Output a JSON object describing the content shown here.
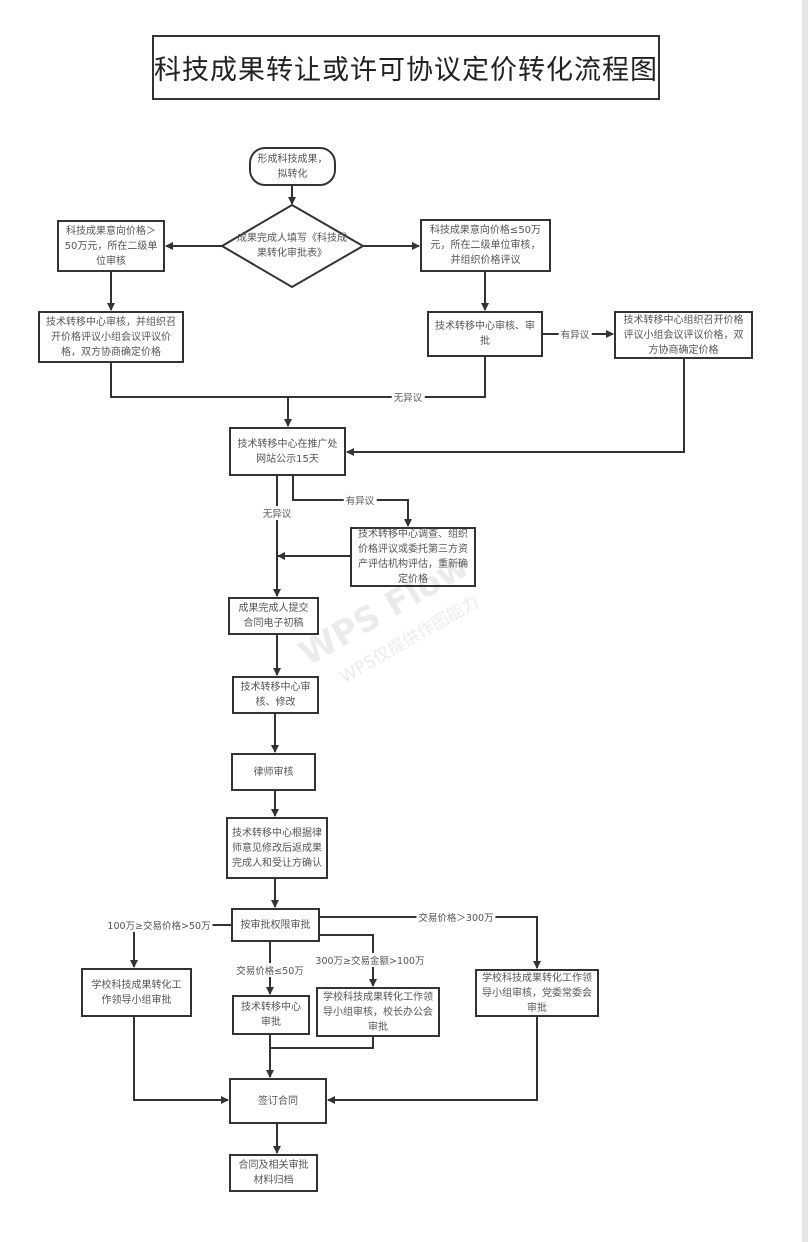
{
  "title": "科技成果转让或许可协议定价转化流程图",
  "nodes": {
    "start": "形成科技成果，拟转化",
    "decision": "成果完成人填写《科技成果转化审批表》",
    "left_over50": "科技成果意向价格＞50万元，所在二级单位审核",
    "right_under50": "科技成果意向价格≤50万元，所在二级单位审核，并组织价格评议",
    "left_center_review": "技术转移中心审核，并组织召开价格评议小组会议评议价格，双方协商确定价格",
    "right_center_review": "技术转移中心审核、审批",
    "right_price_meeting": "技术转移中心组织召开价格评议小组会议评议价格，双方协商确定价格",
    "publicize": "技术转移中心在推广处网站公示15天",
    "investigate": "技术转移中心调查、组织价格评议或委托第三方资产评估机构评估，重新确定价格",
    "submit_draft": "成果完成人提交合同电子初稿",
    "center_revise": "技术转移中心审核、修改",
    "lawyer_review": "律师审核",
    "confirm": "技术转移中心根据律师意见修改后返成果完成人和受让方确认",
    "approve_by_authority": "按审批权限审批",
    "school_group_approve": "学校科技成果转化工作领导小组审批",
    "center_approve": "技术转移中心审批",
    "president_office_approve": "学校科技成果转化工作领导小组审核，校长办公会审批",
    "party_committee_approve": "学校科技成果转化工作领导小组审核，党委常委会审批",
    "sign": "签订合同",
    "archive": "合同及相关审批材料归档"
  },
  "edge_labels": {
    "objection_1": "有异议",
    "no_objection_1": "无异议",
    "objection_2": "有异议",
    "no_objection_2": "无异议",
    "range_50_100": "100万≥交易价格>50万",
    "over_300": "交易价格＞300万",
    "range_100_300": "300万≥交易金额>100万",
    "under_50": "交易价格≤50万"
  },
  "watermark": {
    "brand": "WPS Flow",
    "note": "WPS仅提供作图能力"
  },
  "colors": {
    "line": "#333333",
    "text": "#555555"
  }
}
